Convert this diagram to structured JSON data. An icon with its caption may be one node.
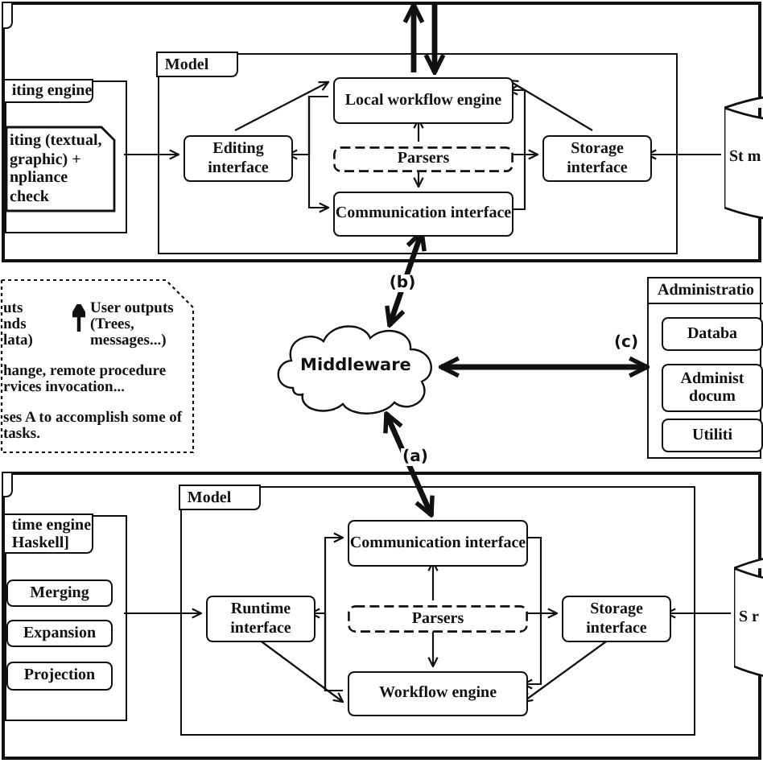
{
  "diagram": {
    "nodes": [
      {
        "text": [],
        "shape": "box"
      },
      {
        "text": [
          "iting engine"
        ],
        "in": 0
      },
      {
        "text": [
          "iting (textual, graphic) + npliance check"
        ],
        "in": 1
      },
      {
        "text": [
          "Model"
        ],
        "in": 0
      },
      {
        "text": [
          "Editing interface"
        ],
        "in": 3
      },
      {
        "text": [
          "Local workflow engine"
        ],
        "in": 3
      },
      {
        "text": [
          "Parsers"
        ],
        "in": 3
      },
      {
        "text": [
          "Communication interface"
        ],
        "in": 3
      },
      {
        "text": [
          "Storage interface"
        ],
        "in": 3
      },
      {
        "text": [
          "St m"
        ],
        "in": 0
      },
      {
        "text": [
          "uts nds lata)",
          "User outputs (Trees, messages...)",
          "hange, remote procedure rvices invocation...",
          "ses A to accomplish some of tasks."
        ]
      },
      {
        "text": [
          "Middleware"
        ]
      },
      {
        "text": [
          "Administratio"
        ]
      },
      {
        "text": [
          "Databa"
        ],
        "in": 12
      },
      {
        "text": [
          "Administ docum"
        ],
        "in": 12
      },
      {
        "text": [
          "Utiliti"
        ],
        "in": 12
      },
      {
        "text": [],
        "shape": "box"
      },
      {
        "text": [
          "time engine Haskell]"
        ],
        "in": 16
      },
      {
        "text": [
          "Merging"
        ],
        "in": 17
      },
      {
        "text": [
          "Expansion"
        ],
        "in": 17
      },
      {
        "text": [
          "Projection"
        ],
        "in": 17
      },
      {
        "text": [
          "Model"
        ],
        "in": 16
      },
      {
        "text": [
          "Communication interface"
        ],
        "in": 21
      },
      {
        "text": [
          "Runtime interface"
        ],
        "in": 21
      },
      {
        "text": [
          "Parsers"
        ],
        "in": 21
      },
      {
        "text": [
          "Workflow engine"
        ],
        "in": 21
      },
      {
        "text": [
          "Storage interface"
        ],
        "in": 21
      },
      {
        "text": [
          "S r"
        ],
        "in": 16
      }
    ],
    "edges": [
      {
        "from": 5,
        "to": null,
        "arrow": "to",
        "style": "thick"
      },
      {
        "from": null,
        "to": 5,
        "arrow": "to",
        "style": "thick"
      },
      {
        "from": 1,
        "to": 4,
        "arrow": "to"
      },
      {
        "from": 4,
        "to": 5,
        "arrow": "to"
      },
      {
        "from": 5,
        "to": 4,
        "arrow": "to"
      },
      {
        "from": 5,
        "to": 7,
        "arrow": "to"
      },
      {
        "from": 6,
        "to": 5,
        "arrow": "to"
      },
      {
        "from": 6,
        "to": 7,
        "arrow": "to"
      },
      {
        "from": 6,
        "to": 8,
        "arrow": "to"
      },
      {
        "from": 7,
        "to": 5,
        "arrow": "to"
      },
      {
        "from": 8,
        "to": 5,
        "arrow": "to"
      },
      {
        "from": 9,
        "to": 8,
        "arrow": "to"
      },
      {
        "from": 11,
        "to": 7,
        "arrow": "both",
        "label": "(b)",
        "style": "thick"
      },
      {
        "from": 11,
        "to": 12,
        "arrow": "both",
        "label": "(c)",
        "style": "thick"
      },
      {
        "from": 11,
        "to": 22,
        "arrow": "both",
        "label": "(a)",
        "style": "thick"
      },
      {
        "from": 17,
        "to": 23,
        "arrow": "to"
      },
      {
        "from": 23,
        "to": 25,
        "arrow": "to"
      },
      {
        "from": 25,
        "to": 23,
        "arrow": "to"
      },
      {
        "from": 25,
        "to": 22,
        "arrow": "to"
      },
      {
        "from": 24,
        "to": 22,
        "arrow": "to"
      },
      {
        "from": 24,
        "to": 25,
        "arrow": "to"
      },
      {
        "from": 24,
        "to": 26,
        "arrow": "to"
      },
      {
        "from": 22,
        "to": 25,
        "arrow": "to"
      },
      {
        "from": 26,
        "to": 25,
        "arrow": "to"
      },
      {
        "from": 27,
        "to": 26,
        "arrow": "to"
      }
    ]
  }
}
